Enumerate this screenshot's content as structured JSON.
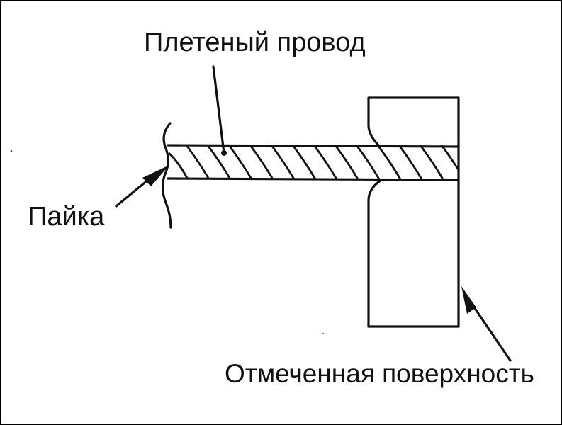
{
  "labels": {
    "braided_wire": "Плетеный провод",
    "solder": "Пайка",
    "marked_surface": "Отмеченная поверхность"
  },
  "colors": {
    "ink": "#111111",
    "background": "#ffffff"
  }
}
